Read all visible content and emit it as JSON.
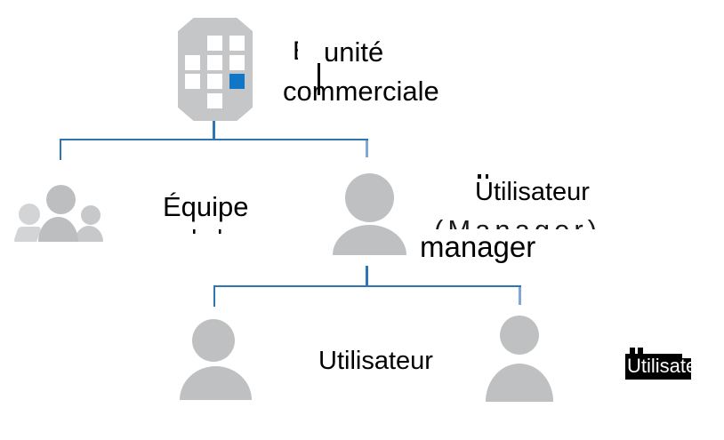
{
  "labels": {
    "business_unit": {
      "partial": "B",
      "line1": "unité",
      "line2": "commerciale"
    },
    "team": "Équipe",
    "manager_user": {
      "line1": "Utilisateur",
      "ghost": "(Manager)",
      "line2": "manager"
    },
    "child_users": "Utilisateur",
    "highlighted_user": "Utilisate"
  },
  "icons": {
    "business_unit": "building-grid-icon",
    "team": "people-group-icon",
    "manager_user": "person-icon",
    "child_user_left": "person-icon",
    "child_user_right": "person-icon"
  },
  "colors": {
    "connector": "#2e75b6",
    "connector_light": "#7fa8d8",
    "person_gray": "#bfc0c2",
    "building_gray": "#c5c6c8",
    "accent_blue": "#0f76c8",
    "highlight_bg": "#000000",
    "highlight_text": "#ffffff",
    "text": "#000000"
  }
}
